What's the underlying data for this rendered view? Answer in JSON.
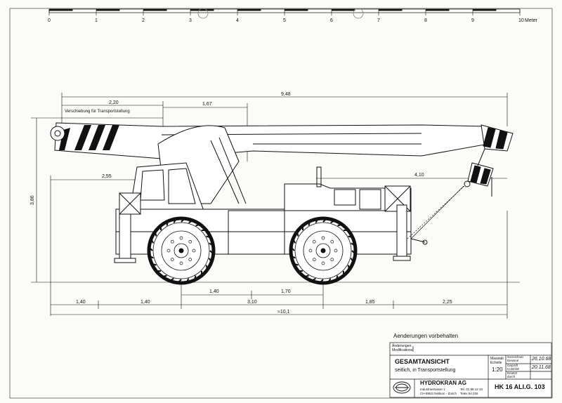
{
  "scale_bar": {
    "ticks": [
      "0",
      "1",
      "2",
      "3",
      "4",
      "5",
      "6",
      "7",
      "8",
      "9",
      "10"
    ],
    "unit": "Meter"
  },
  "dimensions": {
    "boom_shift": "2,20",
    "boom_shift_label": "Verschiebung für Transportstellung",
    "boom_mid": "1,67",
    "overall_length": "9,48",
    "cab_to_front": "2,55",
    "front_to_hook": "4,10",
    "height": "3,86",
    "axle_spacing": "1,40",
    "axle_spacing2": "1,70",
    "bottom_left1": "1,40",
    "bottom_left2": "1,40",
    "bottom_mid": "3,10",
    "bottom_right1": "1,85",
    "bottom_right2": "2,25",
    "bottom_total": "≈10,1"
  },
  "notes": {
    "changes_reserved": "Aenderungen vorbehalten"
  },
  "title_block": {
    "changes_label": "Änderungen:",
    "changes_label2": "Modifications:",
    "title": "GESAMTANSICHT",
    "subtitle": "seitlich, in Transportstellung",
    "scale_label": "Masstab\nEchelle",
    "scale_value": "1:20",
    "drawn_label": "Gezeichnet\nDessiné",
    "checked_label": "Geprüft\nContrôlé",
    "drawn_date": "26.10.68",
    "checked_date": "20.11.68",
    "replaced_label": "Ersetzt\ndurch",
    "company": "HYDROKRAN AG",
    "address1": "Industriestrasse 1",
    "address2": "CH-8953 Dietikon - Zürich",
    "phone": "Tel. 01 88 12 10",
    "telex": "Telex 54 026",
    "drawing_number": "HK 16 ALI.G. 103"
  },
  "colors": {
    "ink": "#111111",
    "paper": "#fbfbf8"
  }
}
